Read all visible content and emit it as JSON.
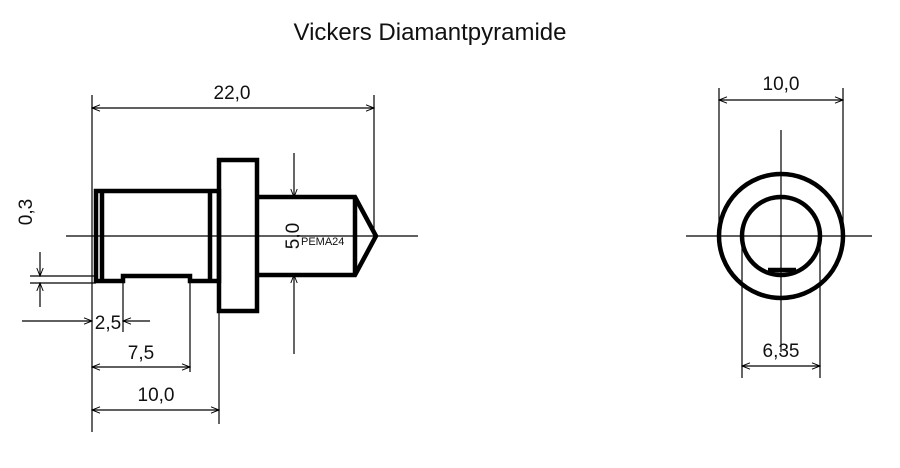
{
  "title": "Vickers Diamantpyramide",
  "side_view": {
    "dims": {
      "overall_length": "22,0",
      "step_depth": "0,3",
      "groove_width": "2,5",
      "groove_end": "7,5",
      "flange_position": "10,0",
      "tip_diameter": "5,0"
    },
    "marking": "PEMA24"
  },
  "end_view": {
    "dims": {
      "outer_diameter": "10,0",
      "inner_diameter": "6,35"
    }
  }
}
